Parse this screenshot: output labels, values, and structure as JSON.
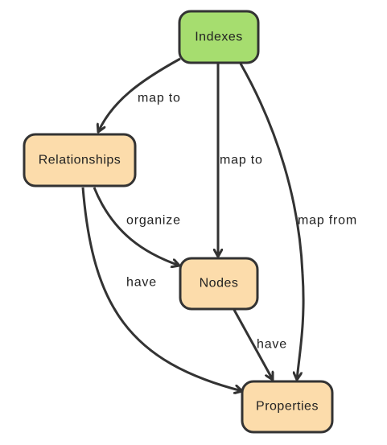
{
  "colors": {
    "index_fill": "#a6dd6f",
    "entity_fill": "#fcdcab",
    "stroke": "#333333"
  },
  "nodes": {
    "indexes": "Indexes",
    "relationships": "Relationships",
    "nodes": "Nodes",
    "properties": "Properties"
  },
  "edges": {
    "indexes_to_relationships": "map to",
    "indexes_to_nodes": "map to",
    "indexes_to_properties": "map from",
    "relationships_to_nodes": "organize",
    "relationships_to_properties": "have",
    "nodes_to_properties": "have"
  }
}
